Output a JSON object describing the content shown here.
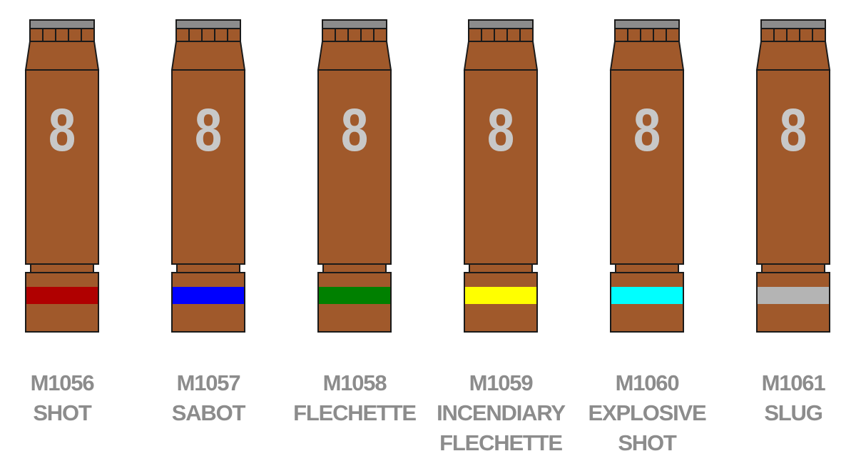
{
  "shells": [
    {
      "gauge": "8",
      "band_color": "#b00000",
      "model": "M1056",
      "name_lines": [
        "SHOT"
      ]
    },
    {
      "gauge": "8",
      "band_color": "#0000ff",
      "model": "M1057",
      "name_lines": [
        "SABOT"
      ]
    },
    {
      "gauge": "8",
      "band_color": "#008000",
      "model": "M1058",
      "name_lines": [
        "FLECHETTE"
      ]
    },
    {
      "gauge": "8",
      "band_color": "#ffff00",
      "model": "M1059",
      "name_lines": [
        "INCENDIARY",
        "FLECHETTE"
      ]
    },
    {
      "gauge": "8",
      "band_color": "#00ffff",
      "model": "M1060",
      "name_lines": [
        "EXPLOSIVE",
        "SHOT"
      ]
    },
    {
      "gauge": "8",
      "band_color": "#b4b4b4",
      "model": "M1061",
      "name_lines": [
        "SLUG"
      ]
    }
  ],
  "colors": {
    "casing": "#a0592b",
    "crimp_top": "#8c8c8c",
    "outline": "#1a1a1a",
    "label": "#8c8c8c",
    "gauge_text": "#c8c8c8"
  }
}
